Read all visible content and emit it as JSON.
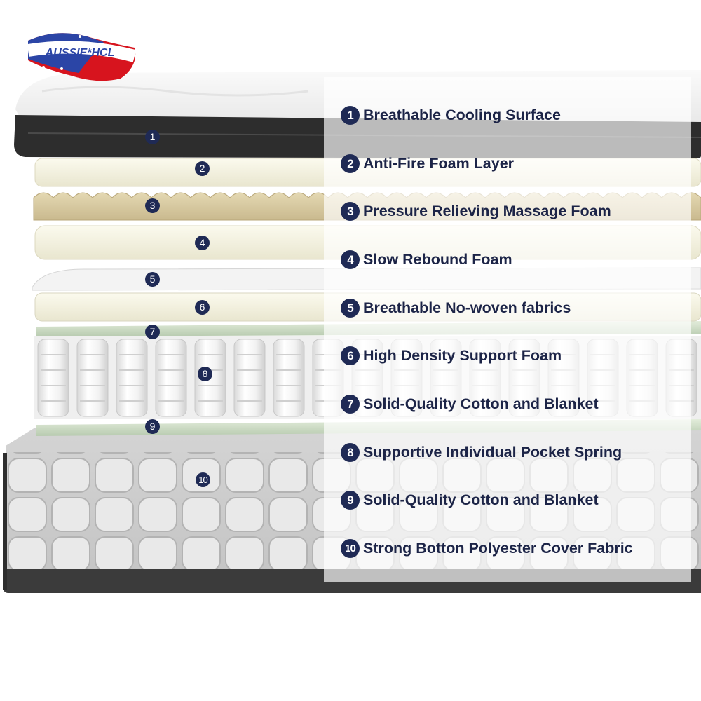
{
  "brand": {
    "name": "AUSSIE*HCL",
    "colors": {
      "blue": "#2b45a6",
      "red": "#d7141e",
      "navy": "#1f2a55"
    }
  },
  "layer_markers": [
    "1",
    "2",
    "3",
    "4",
    "5",
    "6",
    "7",
    "8",
    "9",
    "10"
  ],
  "legend": [
    {
      "number": "1",
      "label": "Breathable Cooling Surface"
    },
    {
      "number": "2",
      "label": "Anti-Fire Foam Layer"
    },
    {
      "number": "3",
      "label": "Pressure Relieving Massage Foam"
    },
    {
      "number": "4",
      "label": "Slow Rebound Foam"
    },
    {
      "number": "5",
      "label": "Breathable No-woven fabrics"
    },
    {
      "number": "6",
      "label": "High Density Support Foam"
    },
    {
      "number": "7",
      "label": "Solid-Quality Cotton and Blanket"
    },
    {
      "number": "8",
      "label": "Supportive Individual Pocket Spring"
    },
    {
      "number": "9",
      "label": "Solid-Quality Cotton and Blanket"
    },
    {
      "number": "10",
      "label": "Strong Botton Polyester Cover Fabric"
    }
  ]
}
